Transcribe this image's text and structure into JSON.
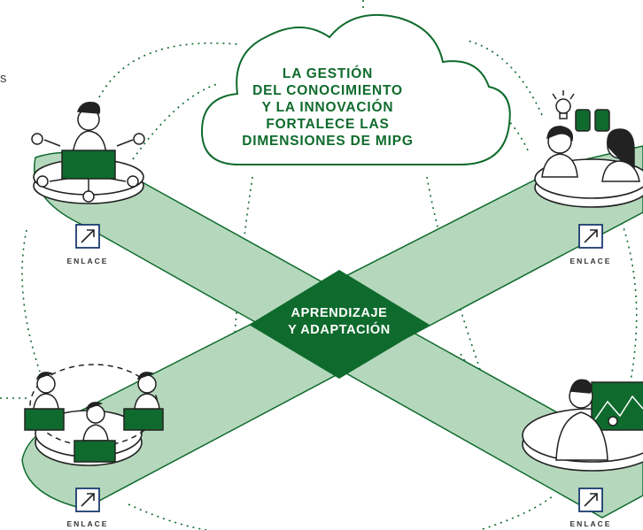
{
  "cloud": {
    "lines": [
      "LA GESTIÓN",
      "DEL CONOCIMIENTO",
      "Y LA INNOVACIÓN",
      "FORTALECE LAS",
      "DIMENSIONES DE MIPG"
    ]
  },
  "center": {
    "lines": [
      "APRENDIZAJE",
      "Y ADAPTACIÓN"
    ]
  },
  "links": [
    {
      "label": "ENLACE",
      "icon": "external-link-icon"
    },
    {
      "label": "ENLACE",
      "icon": "external-link-icon"
    },
    {
      "label": "ENLACE",
      "icon": "external-link-icon"
    },
    {
      "label": "ENLACE",
      "icon": "external-link-icon"
    }
  ],
  "edge_text": "s",
  "colors": {
    "dark_green": "#0f6b2d",
    "band_green": "#b5d8bd",
    "line": "#222222"
  }
}
